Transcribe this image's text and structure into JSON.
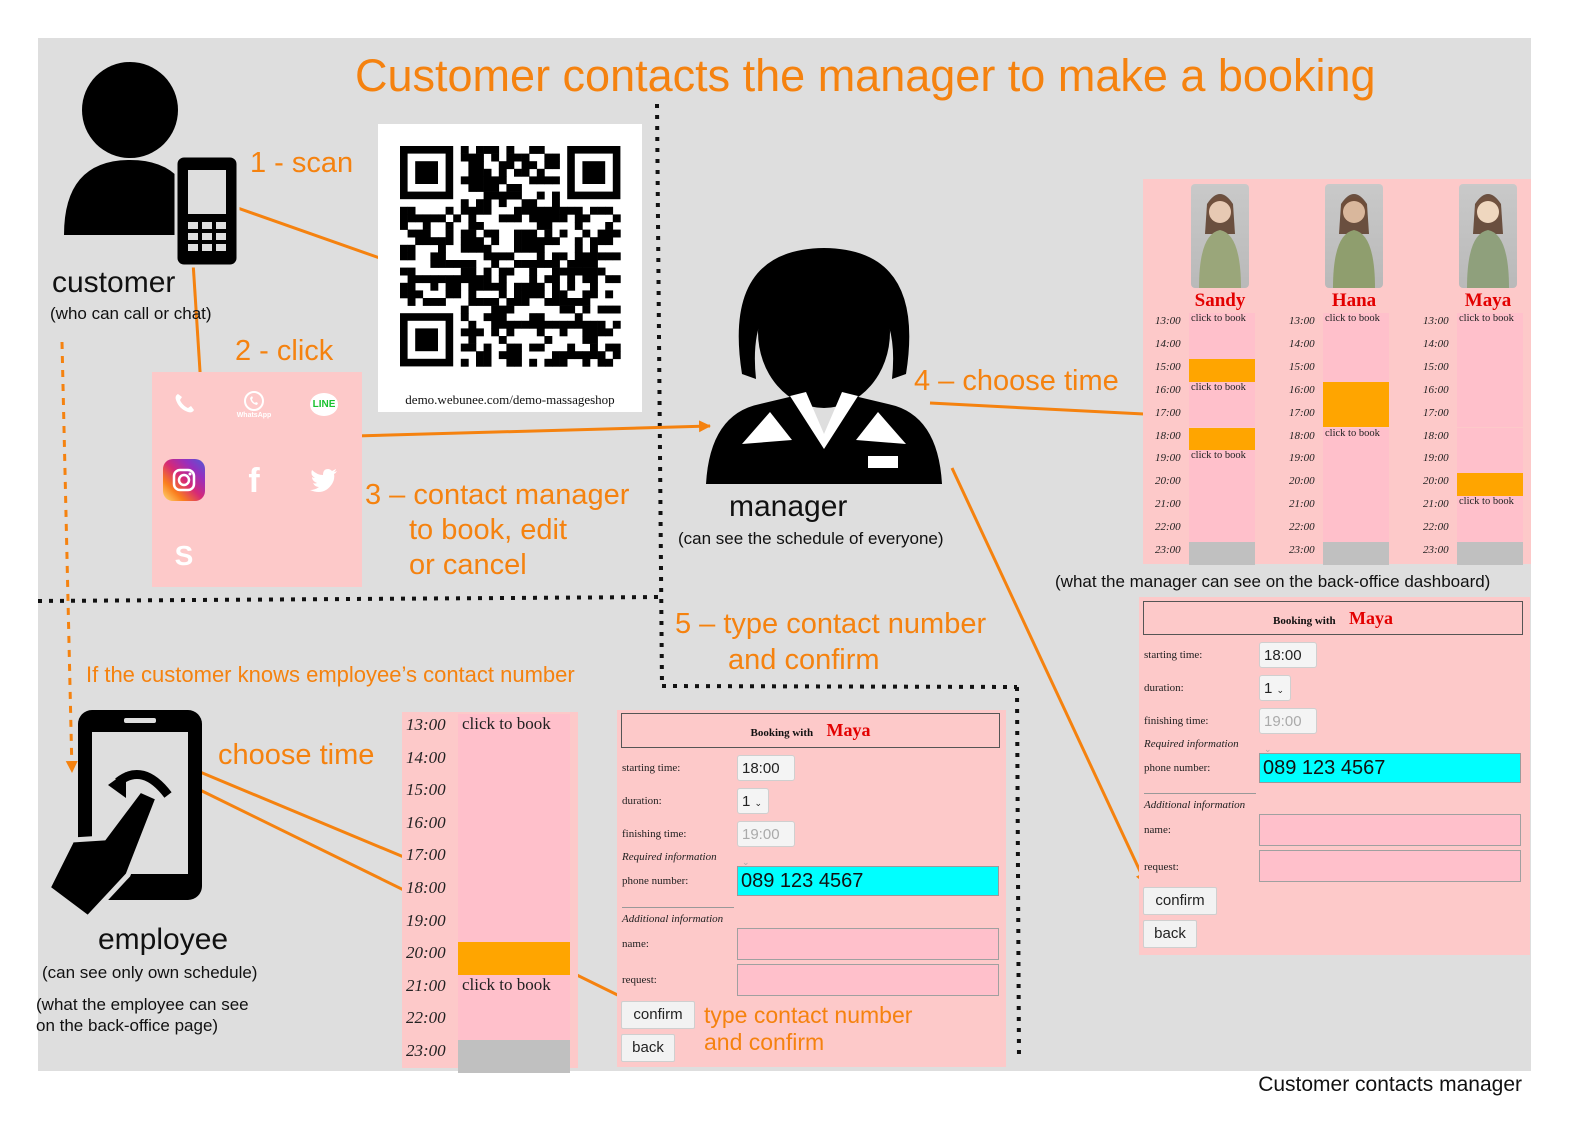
{
  "title": "Customer contacts the manager to make a booking",
  "footer": "Customer contacts manager",
  "customer": {
    "label": "customer",
    "note": "(who can call or chat)"
  },
  "manager": {
    "label": "manager",
    "note": "(can see the schedule of everyone)"
  },
  "employee": {
    "label": "employee",
    "note": "(can see only own schedule)",
    "view_note_1": "(what the employee can see",
    "view_note_2": "on the back-office page)"
  },
  "steps": {
    "scan": "1 - scan",
    "click": "2 - click",
    "contact_1": "3 – contact manager",
    "contact_2": "to book, edit",
    "contact_3": "or cancel",
    "choose": "4 – choose time",
    "type_1": "5 – type contact number",
    "type_2": "and confirm"
  },
  "qr_url": "demo.webunee.com/demo-massageshop",
  "apps": [
    {
      "icon": "phone-icon",
      "color": "#2ebd4e"
    },
    {
      "icon": "whatsapp-icon",
      "color": "#25a244",
      "text": "WhatsApp"
    },
    {
      "icon": "line-icon",
      "color": "#19c230",
      "text": "LINE"
    },
    {
      "icon": "instagram-icon",
      "color": "#c13584"
    },
    {
      "icon": "facebook-icon",
      "color": "#3b5998",
      "text": "f"
    },
    {
      "icon": "twitter-icon",
      "color": "#1da1f2"
    },
    {
      "icon": "skype-icon",
      "color": "#00aff0",
      "text": "S"
    }
  ],
  "employee_path": {
    "note": "If the customer knows employee’s contact number",
    "choose": "choose time",
    "type_1": "type contact number",
    "type_2": "and confirm"
  },
  "dashboard": {
    "caption": "(what the manager can see on the back-office dashboard)",
    "staff": [
      "Sandy",
      "Hana",
      "Maya"
    ],
    "times": [
      "13:00",
      "14:00",
      "15:00",
      "16:00",
      "17:00",
      "18:00",
      "19:00",
      "20:00",
      "21:00",
      "22:00",
      "23:00"
    ],
    "cell_label": "click to book",
    "columns": [
      {
        "labels": {
          "13:00": "click to book",
          "16:00": "click to book",
          "19:00": "click to book"
        },
        "booked": [
          "15:00",
          "18:00"
        ]
      },
      {
        "labels": {
          "13:00": "click to book",
          "18:00": "click to book"
        },
        "booked": [
          "16:00",
          "17:00"
        ]
      },
      {
        "labels": {
          "13:00": "click to book",
          "21:00": "click to book"
        },
        "booked": [
          "20:00"
        ]
      }
    ]
  },
  "employee_schedule": {
    "times": [
      "13:00",
      "14:00",
      "15:00",
      "16:00",
      "17:00",
      "18:00",
      "19:00",
      "20:00",
      "21:00",
      "22:00",
      "23:00"
    ],
    "labels": {
      "13:00": "click to book",
      "21:00": "click to book"
    },
    "booked": [
      "20:00"
    ]
  },
  "form": {
    "booking_with": "Booking with",
    "staff": "Maya",
    "starting_label": "starting time:",
    "starting_value": "18:00",
    "duration_label": "duration:",
    "duration_value": "1",
    "finishing_label": "finishing time:",
    "finishing_value": "19:00",
    "required": "Required information",
    "phone_label": "phone number:",
    "phone_value": "089 123 4567",
    "additional": "Additional information",
    "name_label": "name:",
    "request_label": "request:",
    "confirm": "confirm",
    "back": "back"
  },
  "colors": {
    "accent": "#f5820f",
    "booked": "#ffa500",
    "slot": "#ffc0cb",
    "panel": "#fdc9c9",
    "phone": "#00ffff"
  }
}
